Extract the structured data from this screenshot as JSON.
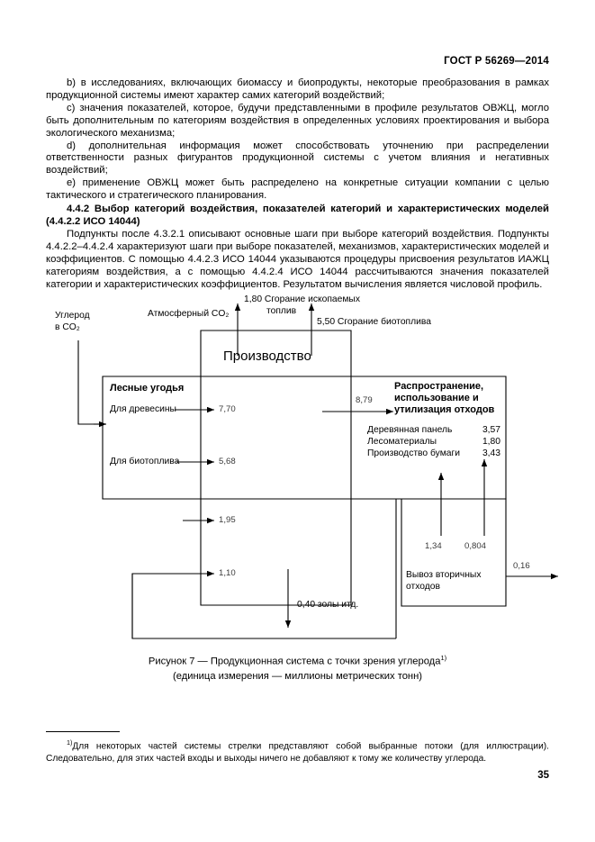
{
  "header": {
    "standard": "ГОСТ Р 56269—2014"
  },
  "body": {
    "paragraphs": [
      "b) в исследованиях, включающих биомассу и биопродукты, некоторые преобразования в рамках продукционной системы имеют характер самих категорий воздействий;",
      "c) значения показателей, которое, будучи представленными в профиле результатов ОВЖЦ, могло быть дополнительным по категориям воздействия в определенных условиях проектирования и выбора экологического механизма;",
      "d) дополнительная информация может способствовать уточнению при распределении ответственности разных фигурантов продукционной системы с учетом влияния и негативных воздействий;",
      "e) применение ОВЖЦ может быть распределено на конкретные ситуации компании с целью тактического и стратегического планирования."
    ],
    "section_heading": "4.4.2 Выбор категорий воздействия, показателей категорий и характеристических моделей (4.4.2.2 ИСО 14044)",
    "closing_paragraph": "Подпункты после 4.3.2.1 описывают основные шаги при выборе категорий воздействия. Подпункты 4.4.2.2–4.4.2.4 характеризуют шаги при выборе показателей, механизмов, характеристических моделей и коэффициентов. С помощью 4.4.2.3 ИСО 14044 указываются процедуры присвоения результатов ИАЖЦ категориям воздействия, а с помощью 4.4.2.4 ИСО 14044 рассчитываются значения показателей категории и характеристических коэффициентов. Результатом вычисления является числовой профиль."
  },
  "figure": {
    "labels": {
      "carbon_in_co2_line1": "Углерод",
      "carbon_in_co2_line2": "в CO₂",
      "atmospheric_co2": "Атмосферный CO₂",
      "fossil_fuel_combustion_line1": "1,80 Сгорание ископаемых",
      "fossil_fuel_combustion_line2": "топлив",
      "biofuel_combustion": "5,50 Сгорание биотоплива",
      "production": "Производство",
      "forest_land": "Лесные угодья",
      "for_timber": "Для древесины",
      "for_biofuel": "Для биотоплива",
      "distribution_line1": "Распространение,",
      "distribution_line2": "использование и",
      "distribution_line3": "утилизация отходов",
      "ash_etc": "0,40 золы итд.",
      "secondary_waste_line1": "Вывоз вторичных",
      "secondary_waste_line2": "отходов"
    },
    "products": [
      {
        "name": "Деревянная панель",
        "value": "3,57"
      },
      {
        "name": "Лесоматериалы",
        "value": "1,80"
      },
      {
        "name": "Производство бумаги",
        "value": "3,43"
      }
    ],
    "flow_values": {
      "timber": "7,70",
      "biofuel": "5,68",
      "to_distribution": "8,79",
      "recycle_mid": "1,95",
      "recycle_low": "1,10",
      "waste_a": "1,34",
      "waste_b": "0,804",
      "waste_out": "0,16",
      "fossil_up": "1,80",
      "biofuel_up": "5,50",
      "ash": "0,40"
    }
  },
  "caption": {
    "text": "Рисунок 7 — Продукционная система с точки зрения углерода",
    "marker": "1)",
    "subtitle": "(единица измерения — миллионы метрических тонн)"
  },
  "footnote": {
    "marker": "1)",
    "text": "Для некоторых частей системы стрелки представляют собой выбранные потоки (для иллюстрации). Следовательно, для этих частей входы и выходы ничего не добавляют к тому же количеству углерода."
  },
  "page_number": "35",
  "colors": {
    "ink": "#000000",
    "number_ink": "#3a3a3a"
  }
}
